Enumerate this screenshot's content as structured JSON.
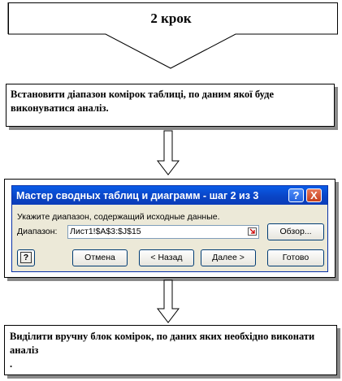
{
  "step": {
    "title": "2 крок"
  },
  "box1": {
    "text": "Встановити діапазон комірок таблиці, по даним якої буде виконуватися аналіз."
  },
  "dialog": {
    "title": "Мастер сводных таблиц и диаграмм - шаг 2 из 3",
    "instruction": "Укажите диапазон, содержащий исходные данные.",
    "range_label": "Диапазон:",
    "range_value": "Лист1!$A$3:$J$15",
    "browse_label": "Обзор...",
    "help_symbol": "?",
    "close_symbol": "X",
    "buttons": {
      "cancel": "Отмена",
      "back": "< Назад",
      "next": "Далее >",
      "finish": "Готово"
    }
  },
  "box2": {
    "text": "Виділити вручну блок комірок, по даних яких необхідно виконати аналіз",
    "bullet": "."
  }
}
